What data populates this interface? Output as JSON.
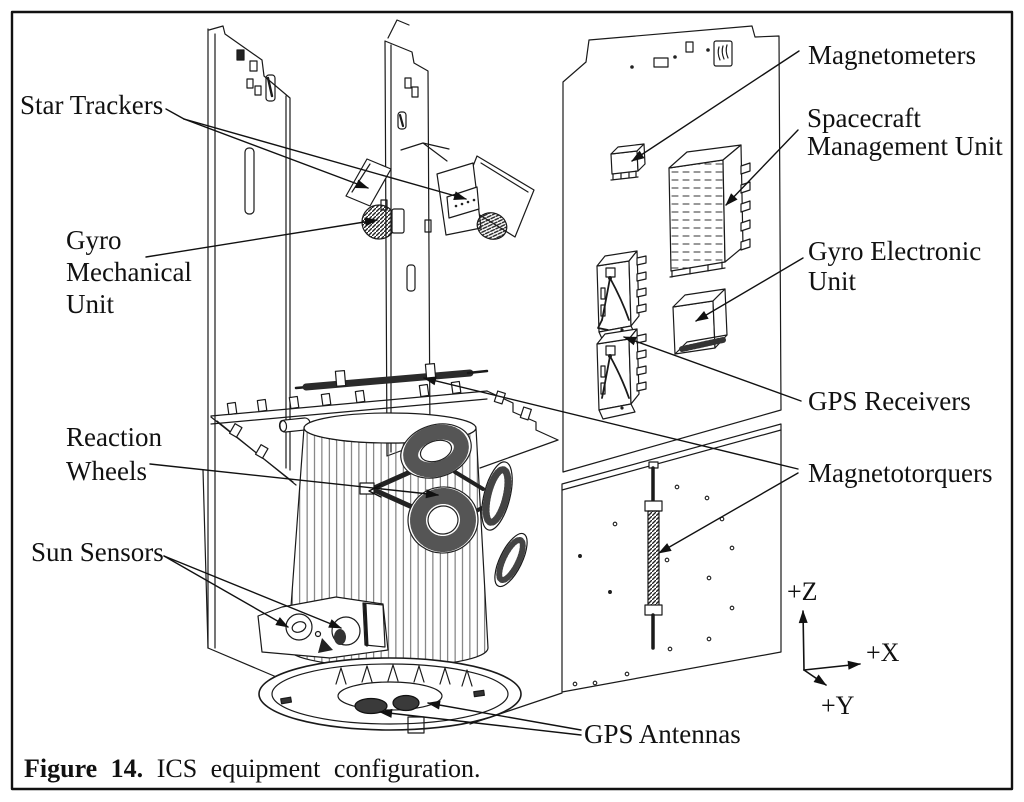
{
  "figure": {
    "caption_label": "Figure 14.",
    "caption_text": "ICS equipment configuration."
  },
  "labels": {
    "star_trackers": "Star Trackers",
    "gyro_mechanical_unit": "Gyro\nMechanical\nUnit",
    "reaction_wheels": "Reaction\nWheels",
    "sun_sensors": "Sun Sensors",
    "magnetometers": "Magnetometers",
    "spacecraft_management_unit": "Spacecraft\nManagement Unit",
    "gyro_electronic_unit": "Gyro Electronic\nUnit",
    "gps_receivers": "GPS Receivers",
    "magnetotorquers": "Magnetotorquers",
    "gps_antennas": "GPS Antennas"
  },
  "axes": {
    "z": "+Z",
    "x": "+X",
    "y": "+Y"
  },
  "colors": {
    "line": "#1a1a1a",
    "dark_fill": "#3a3a3a",
    "background": "#ffffff"
  }
}
